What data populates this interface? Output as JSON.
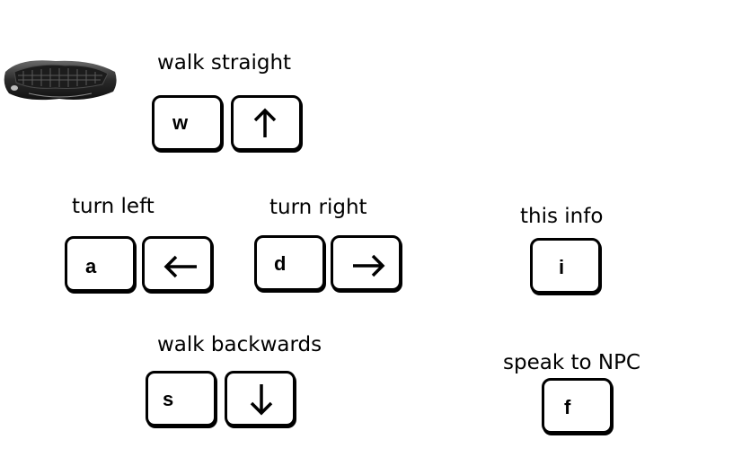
{
  "keyboard_image": {
    "icon": "keyboard-icon"
  },
  "controls": {
    "walk_straight": {
      "label": "walk straight",
      "key": "w",
      "arrow_icon": "arrow-up-icon"
    },
    "turn_left": {
      "label": "turn left",
      "key": "a",
      "arrow_icon": "arrow-left-icon"
    },
    "turn_right": {
      "label": "turn right",
      "key": "d",
      "arrow_icon": "arrow-right-icon"
    },
    "this_info": {
      "label": "this info",
      "key": "i"
    },
    "walk_backwards": {
      "label": "walk backwards",
      "key": "s",
      "arrow_icon": "arrow-down-icon"
    },
    "speak_to_npc": {
      "label": "speak to NPC",
      "key": "f"
    }
  }
}
